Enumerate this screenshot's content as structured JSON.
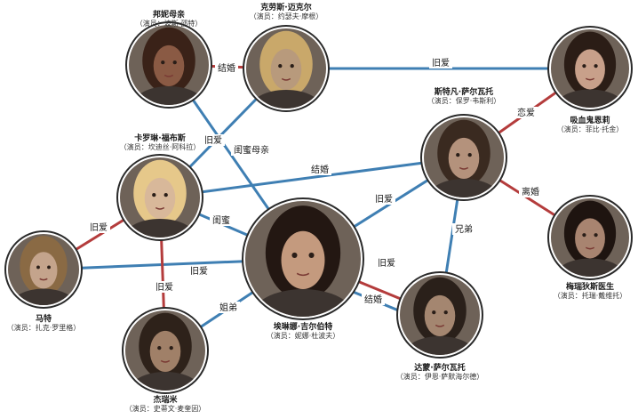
{
  "colors": {
    "blue_link": "#3f7fb3",
    "red_link": "#b43c3c",
    "frame": "#2a2a2a"
  },
  "nodes": [
    {
      "id": "mother",
      "name": "邦妮母亲",
      "actor": "（演员：波斯·邵特）",
      "skin": "#8a5a44",
      "hair": "#3a2218"
    },
    {
      "id": "klaus",
      "name": "克劳斯·迈克尔",
      "actor": "（演员：约瑟夫·摩根）",
      "skin": "#b89a7c",
      "hair": "#c9a86a"
    },
    {
      "id": "vampire",
      "name": "吸血鬼恩莉",
      "actor": "（演员：菲比·托金）",
      "skin": "#c8a08a",
      "hair": "#2b1d16"
    },
    {
      "id": "stefan",
      "name": "斯特凡·萨尔瓦托",
      "actor": "（演员：保罗·韦斯利）",
      "skin": "#b4927c",
      "hair": "#3a2a20"
    },
    {
      "id": "caroline",
      "name": "卡罗琳·福布斯",
      "actor": "（演员：坎迪丝·阿科拉）",
      "skin": "#d8b89a",
      "hair": "#e6c88a"
    },
    {
      "id": "elena",
      "name": "埃琳娜·吉尔伯特",
      "actor": "（演员：妮娜·杜波夫）",
      "skin": "#c49a7e",
      "hair": "#231712"
    },
    {
      "id": "doctor",
      "name": "梅瑞狄斯医生",
      "actor": "（演员：托瑞·戴维托）",
      "skin": "#a88470",
      "hair": "#1e1410"
    },
    {
      "id": "matt",
      "name": "马特",
      "actor": "（演员：扎克·罗里格）",
      "skin": "#c4a48c",
      "hair": "#8a6a44"
    },
    {
      "id": "damon",
      "name": "达蒙·萨尔瓦托",
      "actor": "（演员：伊恩·萨默海尔德）",
      "skin": "#a48670",
      "hair": "#2a201a"
    },
    {
      "id": "jeremy",
      "name": "杰瑞米",
      "actor": "（演员：史蒂文·麦奎因）",
      "skin": "#a08068",
      "hair": "#2e221a"
    }
  ],
  "edges": [
    {
      "label": "结婚"
    },
    {
      "label": "旧爱"
    },
    {
      "label": "恋爱"
    },
    {
      "label": "旧爱"
    },
    {
      "label": "闺蜜母亲"
    },
    {
      "label": "结婚"
    },
    {
      "label": "旧爱"
    },
    {
      "label": "离婚"
    },
    {
      "label": "兄弟"
    },
    {
      "label": "闺蜜"
    },
    {
      "label": "旧爱"
    },
    {
      "label": "旧爱"
    },
    {
      "label": "旧爱"
    },
    {
      "label": "旧爱"
    },
    {
      "label": "结婚"
    },
    {
      "label": "姐弟"
    }
  ]
}
